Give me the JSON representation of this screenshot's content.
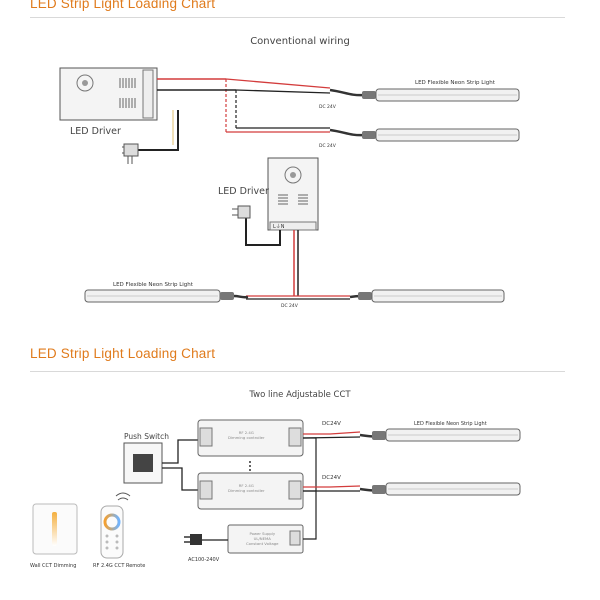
{
  "section1": {
    "title": "LED  Strip Light Loading Chart",
    "caption": "Conventional wiring"
  },
  "section2": {
    "title": "LED  Strip Light Loading Chart",
    "caption": "Two line Adjustable CCT"
  },
  "diagram1": {
    "driver_label_1": "LED Driver",
    "driver_label_2": "LED Driver",
    "strip_label_top": "LED Flexible Neon Strip Light",
    "strip_label_bottom": "LED Flexible Neon Strip Light",
    "dc_1": "DC 24V",
    "dc_2": "DC 24V",
    "dc_3": "DC 24V",
    "terminals": "L⏚N"
  },
  "diagram2": {
    "push_switch": "Push Switch",
    "controller_text": "RF 2.4G\nDimming controller",
    "controller_text_2": "RF 2.4G\nDimming controller",
    "power_supply_text": "Power Supply\nUL/NEMA\nConstant Voltage",
    "dc_1": "DC24V",
    "dc_2": "DC24V",
    "strip_label": "LED Flexible Neon Strip Light",
    "ac_label": "AC100-240V",
    "wall_dimmer": "Wall CCT Dimming",
    "remote": "RF 2.4G CCT Remote"
  },
  "colors": {
    "accent": "#e07b1c",
    "wire_red": "#d33c3c",
    "wire_black": "#222222"
  }
}
